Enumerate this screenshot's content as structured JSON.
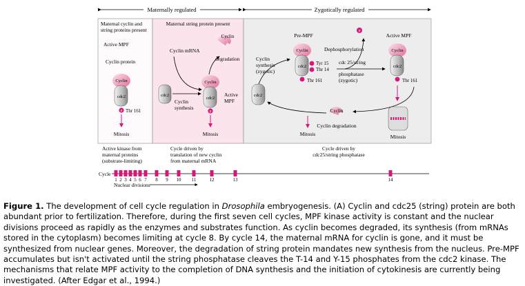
{
  "figure": {
    "header": {
      "maternal": "Maternally regulated",
      "zygotic": "Zygotically regulated"
    },
    "panel1": {
      "title_l1": "Maternal cyclin and",
      "title_l2": "string proteins present",
      "active_mpf": "Active MPF",
      "cyclin_protein": "Cyclin protein",
      "cyclin": "Cyclin",
      "cdc2": "cdc2",
      "p": "P",
      "thr161": "Thr 161",
      "mitosis": "Mitosis"
    },
    "panel2": {
      "title": "Maternal string protein present",
      "cyclin_mrna": "Cyclin mRNA",
      "cyclin_top": "Cyclin",
      "cyclin_degradation": "degradation",
      "cdc2_free": "cdc2",
      "cyclin_synthesis_l1": "Cyclin",
      "cyclin_synthesis_l2": "synthesis",
      "cyclin": "Cyclin",
      "cdc2": "cdc2",
      "active": "Active",
      "mpf": "MPF",
      "p": "P",
      "mitosis": "Mitosis"
    },
    "panel3": {
      "pre_mpf": "Pre-MPF",
      "dephos": "Dephosphorylation",
      "active_mpf": "Active MPF",
      "cyclin_syn_l1": "Cyclin",
      "cyclin_syn_l2": "synthesis",
      "cyclin_syn_l3": "(zygotic)",
      "cyclin": "Cyclin",
      "cdc2": "cdc2",
      "tyr15": "Tyr 15",
      "thr14": "Thr 14",
      "thr161": "Thr 161",
      "cdc25_l1": "cdc 25/string",
      "cdc25_l2": "phosphatase",
      "cdc25_l3": "(zygotic)",
      "cdc2_free": "cdc2",
      "thr161b": "Thr 161",
      "cyclin_deg": "Cyclin degradation",
      "mitosis_l": "Mitosis",
      "mitosis_r": "Mitosis",
      "p": "P"
    },
    "bottom": {
      "c1_l1": "Active kinase from",
      "c1_l2": "maternal proteins",
      "c1_l3": "(substrate-limiting)",
      "c2_l1": "Cycle driven by",
      "c2_l2": "translation of new cyclin",
      "c2_l3": "from maternal mRNA",
      "c3_l1": "Cycle driven by",
      "c3_l2": "cdc25/string phosphatase",
      "cycle": "Cycle",
      "nuclear": "Nuclear divisions",
      "cycles": [
        "1",
        "2",
        "3",
        "4",
        "5",
        "6",
        "7",
        "8",
        "9",
        "10",
        "11",
        "12",
        "13",
        "14"
      ]
    }
  },
  "caption": {
    "label": "Figure 1.",
    "p1": " The development of cell cycle regulation in ",
    "species": "Drosophila",
    "p2": " embryogenesis. (A) Cyclin and cdc25 (string) protein are both abundant prior to fertilization. Therefore, during the first seven cell cycles, MPF kinase activity is constant and the nuclear divisions proceed as rapidly as the enzymes and substrates function. As cyclin becomes degraded, its synthesis (from mRNAs stored in the cytoplasm) becomes limiting at cycle 8. By cycle 14, the maternal mRNA for cyclin is gone, and it must be synthesized from nuclear genes. Moreover, the degradation of string protein mandates new synthesis from the nucleus. Pre-MPF accumulates but isn't activated until the string phosphatase cleaves the T-14 and Y-15 phosphates from the cdc2 kinase. The mechanisms that relate MPF activity to the completion of DNA synthesis and the initiation of cytokinesis are currently being investigated. (After Edgar et al., 1994.)"
  }
}
